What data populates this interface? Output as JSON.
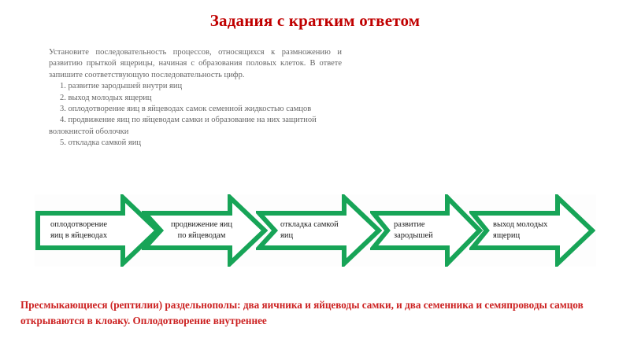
{
  "colors": {
    "title_red": "#c00000",
    "conclusion_red": "#cc2222",
    "arrow_green": "#17a457",
    "body_gray": "#666666",
    "band_bg": "#fdfdfd"
  },
  "slide": {
    "title": "Задания с кратким ответом"
  },
  "task": {
    "intro": "Установите последовательность процессов, относящихся к размножению и развитию прыткой ящерицы, начиная с образования половых клеток. В ответе запишите соответствующую последовательность цифр.",
    "options": [
      "1. развитие зародышей внутри яиц",
      "2. выход молодых ящериц",
      "3. оплодотворение яиц в яйцеводах самок семенной жидкостью самцов",
      "4. продвижение яиц по яйцеводам самки и образование на них защитной волокнистой оболочки",
      "5. откладка самкой яиц"
    ]
  },
  "diagram": {
    "steps": [
      {
        "label": "оплодотворение\nяиц в яйцеводах"
      },
      {
        "label": "продвижение яиц\nпо яйцеводам"
      },
      {
        "label": "откладка самкой\nяиц"
      },
      {
        "label": "развитие\nзародышей"
      },
      {
        "label": "выход молодых\nящериц"
      }
    ]
  },
  "conclusion": {
    "text": " Пресмыкающиеся (рептилии) раздельнополы: два яичника и яйцеводы самки, и два семенника и семяпроводы самцов открываются в клоаку. Оплодотворение внутреннее"
  }
}
